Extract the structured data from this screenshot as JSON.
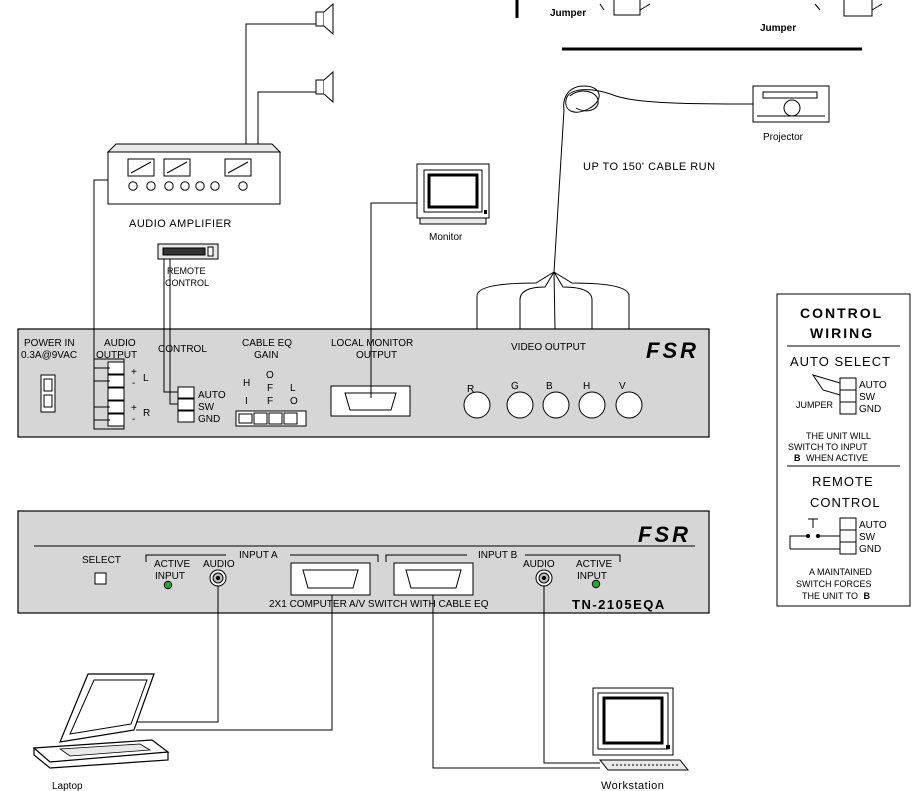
{
  "labels": {
    "jumper_left": "Jumper",
    "jumper_right": "Jumper",
    "projector": "Projector",
    "cable_run": "UP TO 150' CABLE RUN",
    "audio_amplifier": "AUDIO AMPLIFIER",
    "monitor": "Monitor",
    "remote_control_1": "REMOTE",
    "remote_control_2": "CONTROL",
    "laptop": "Laptop",
    "workstation": "Workstation"
  },
  "back_panel": {
    "power_in_1": "POWER IN",
    "power_in_2": "0.3A@9VAC",
    "audio_output_1": "AUDIO",
    "audio_output_2": "OUTPUT",
    "audio_plus": "+",
    "audio_minus": "-",
    "audio_l": "L",
    "audio_r": "R",
    "control": "CONTROL",
    "control_auto": "AUTO",
    "control_sw": "SW",
    "control_gnd": "GND",
    "cable_eq_1": "CABLE EQ",
    "cable_eq_2": "GAIN",
    "eq_h": "H",
    "eq_i": "I",
    "eq_o1": "O",
    "eq_f1": "F",
    "eq_f2": "F",
    "eq_l": "L",
    "eq_o2": "O",
    "local_monitor_1": "LOCAL MONITOR",
    "local_monitor_2": "OUTPUT",
    "video_output": "VIDEO OUTPUT",
    "bnc_r": "R",
    "bnc_g": "G",
    "bnc_b": "B",
    "bnc_h": "H",
    "bnc_v": "V",
    "brand": "FSR"
  },
  "front_panel": {
    "brand": "FSR",
    "select": "SELECT",
    "input_a": "INPUT A",
    "input_b": "INPUT B",
    "active_a_1": "ACTIVE",
    "active_a_2": "INPUT",
    "audio_a": "AUDIO",
    "audio_b": "AUDIO",
    "active_b_1": "ACTIVE",
    "active_b_2": "INPUT",
    "description": "2X1 COMPUTER A/V SWITCH WITH CABLE EQ",
    "model": "TN-2105EQA"
  },
  "control_wiring": {
    "title_1": "CONTROL",
    "title_2": "WIRING",
    "auto_select": "AUTO SELECT",
    "auto": "AUTO",
    "sw": "SW",
    "gnd": "GND",
    "jumper": "JUMPER",
    "note1_1": "THE UNIT WILL",
    "note1_2": "SWITCH TO INPUT",
    "note1_3a": "B",
    "note1_3b": "WHEN ACTIVE",
    "remote_control_1": "REMOTE",
    "remote_control_2": "CONTROL",
    "auto2": "AUTO",
    "sw2": "SW",
    "gnd2": "GND",
    "note2_1": "A MAINTAINED",
    "note2_2": "SWITCH FORCES",
    "note2_3a": "THE UNIT TO",
    "note2_3b": "B"
  },
  "colors": {
    "panel": "#d6d6d6",
    "led": "#2e9e3a"
  }
}
